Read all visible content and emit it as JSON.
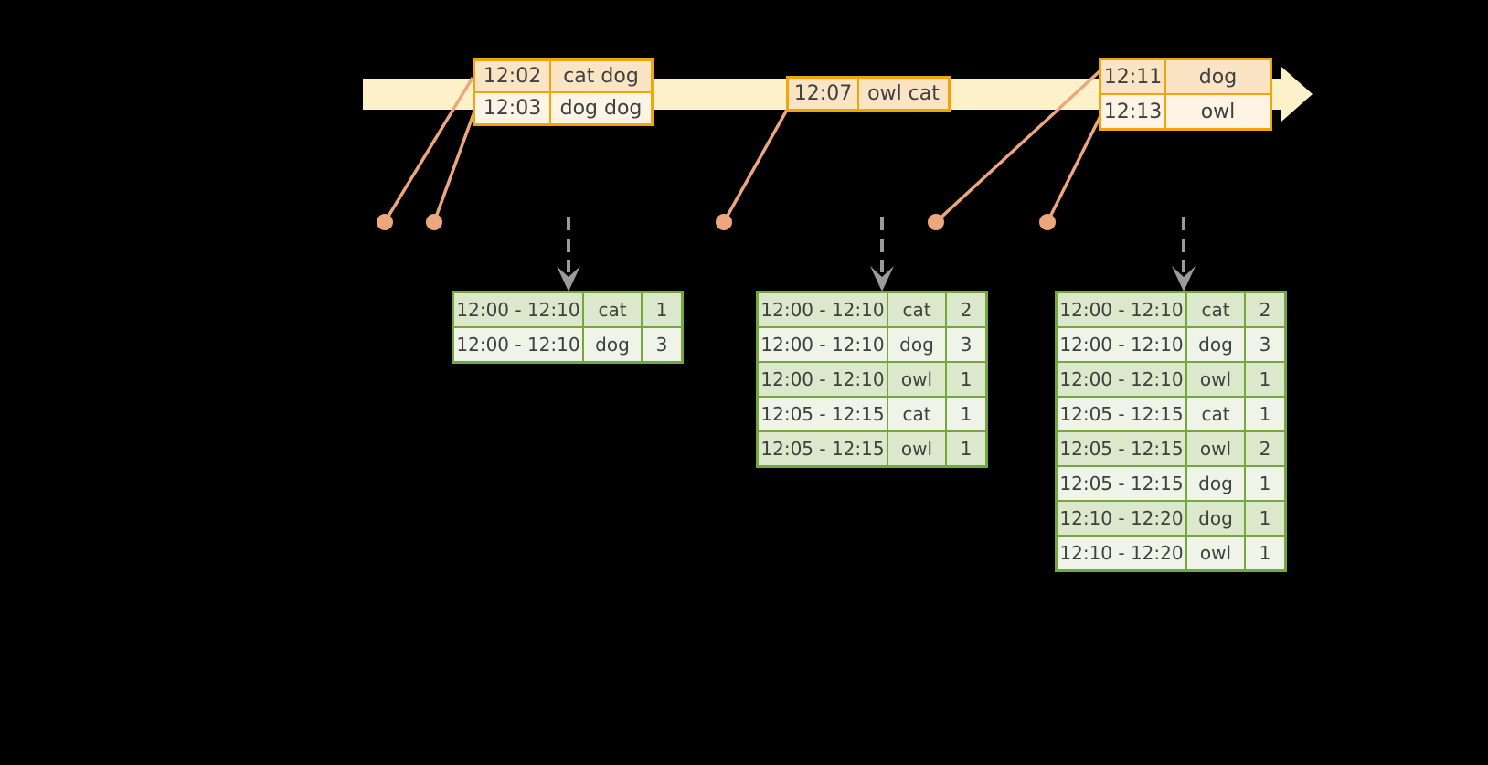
{
  "colors": {
    "background": "#000000",
    "timeline_fill": "#FCF1C9",
    "event_border": "#F0A50A",
    "event_row_dark": "#FAE4C4",
    "event_row_light": "#FDF4E5",
    "connector": "#EDA77E",
    "dashed_arrow": "#9B9B9B",
    "result_border": "#74A83E",
    "result_row_dark": "#DCE8CB",
    "result_row_light": "#EFF3E8",
    "text": "#404040"
  },
  "event_tables": [
    {
      "rows": [
        {
          "time": "12:02",
          "words": "cat dog"
        },
        {
          "time": "12:03",
          "words": "dog dog"
        }
      ]
    },
    {
      "rows": [
        {
          "time": "12:07",
          "words": "owl cat"
        }
      ]
    },
    {
      "rows": [
        {
          "time": "12:11",
          "words": "dog"
        },
        {
          "time": "12:13",
          "words": "owl"
        }
      ]
    }
  ],
  "result_tables": [
    {
      "rows": [
        {
          "window": "12:00 - 12:10",
          "word": "cat",
          "count": "1"
        },
        {
          "window": "12:00 - 12:10",
          "word": "dog",
          "count": "3"
        }
      ]
    },
    {
      "rows": [
        {
          "window": "12:00 - 12:10",
          "word": "cat",
          "count": "2"
        },
        {
          "window": "12:00 - 12:10",
          "word": "dog",
          "count": "3"
        },
        {
          "window": "12:00 - 12:10",
          "word": "owl",
          "count": "1"
        },
        {
          "window": "12:05 - 12:15",
          "word": "cat",
          "count": "1"
        },
        {
          "window": "12:05 - 12:15",
          "word": "owl",
          "count": "1"
        }
      ]
    },
    {
      "rows": [
        {
          "window": "12:00 - 12:10",
          "word": "cat",
          "count": "2"
        },
        {
          "window": "12:00 - 12:10",
          "word": "dog",
          "count": "3"
        },
        {
          "window": "12:00 - 12:10",
          "word": "owl",
          "count": "1"
        },
        {
          "window": "12:05 - 12:15",
          "word": "cat",
          "count": "1"
        },
        {
          "window": "12:05 - 12:15",
          "word": "owl",
          "count": "2"
        },
        {
          "window": "12:05 - 12:15",
          "word": "dog",
          "count": "1"
        },
        {
          "window": "12:10 - 12:20",
          "word": "dog",
          "count": "1"
        },
        {
          "window": "12:10 - 12:20",
          "word": "owl",
          "count": "1"
        }
      ]
    }
  ]
}
